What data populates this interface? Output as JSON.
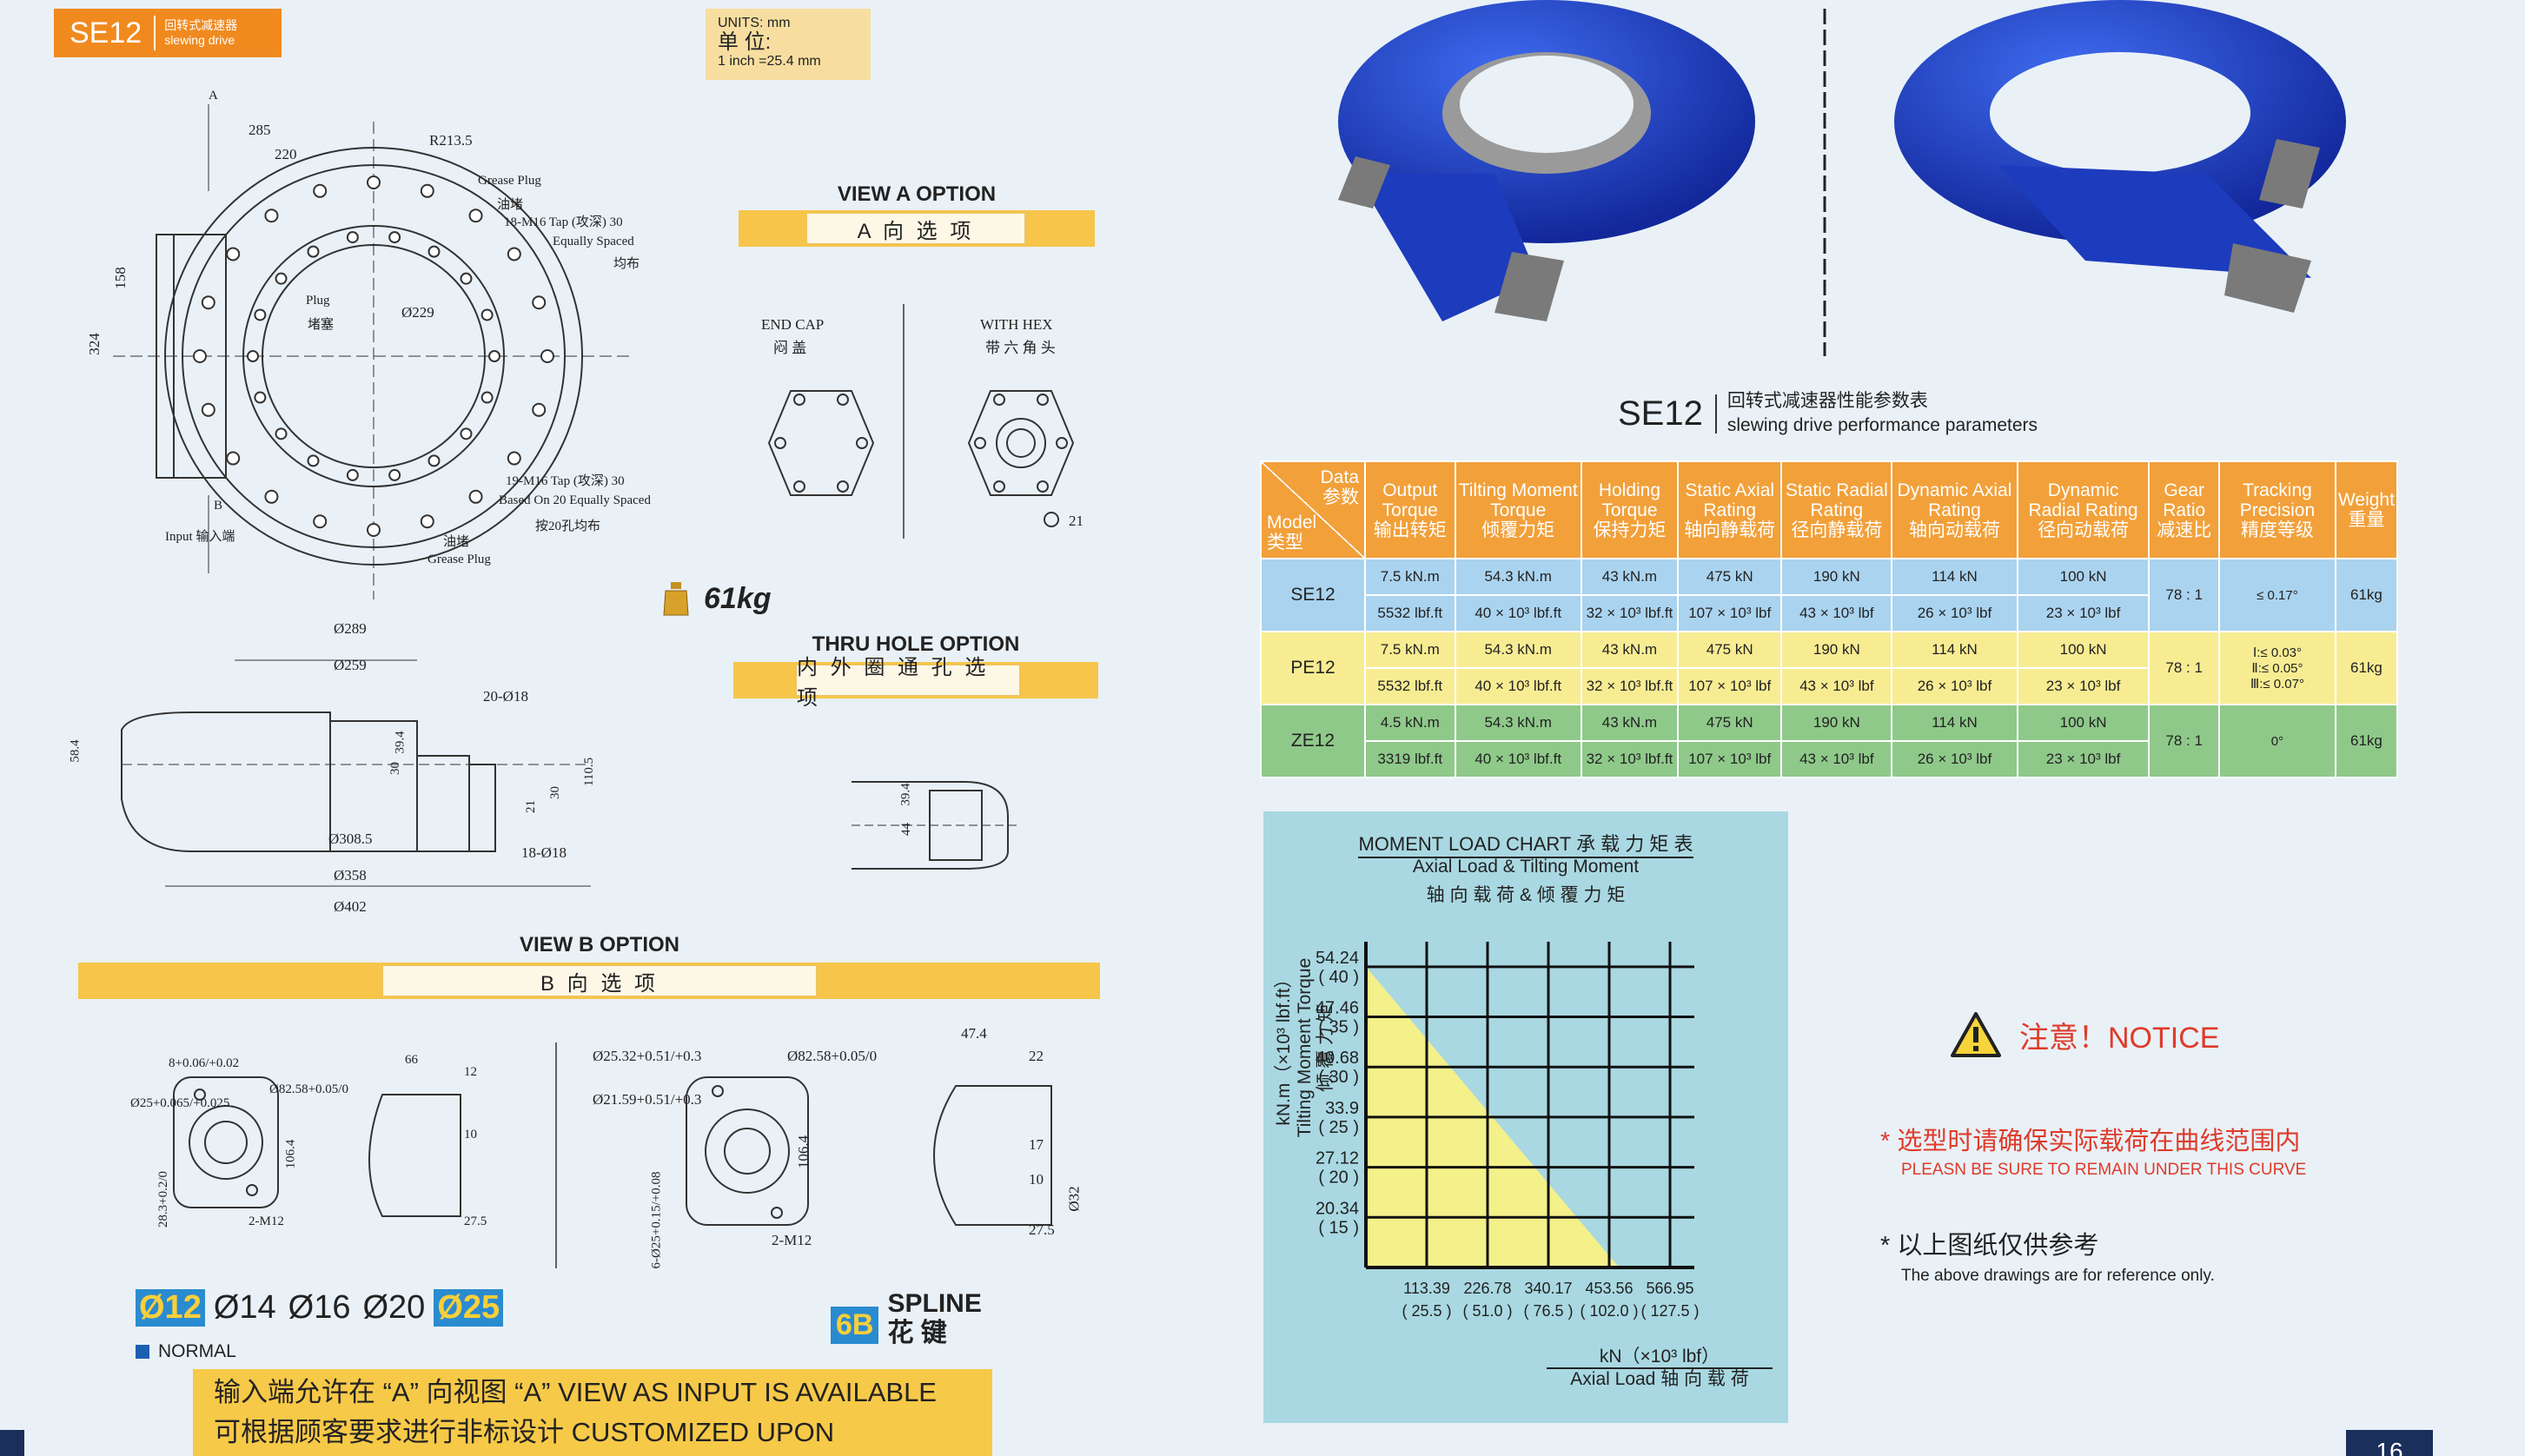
{
  "brand": {
    "model": "SE12",
    "cn": "回转式减速器",
    "en": "slewing drive"
  },
  "units": {
    "label": "UNITS:",
    "cn": "单 位:",
    "unit": "mm",
    "conversion": "1 inch =25.4 mm"
  },
  "top_drawing": {
    "dims": [
      "285",
      "220",
      "R213.5",
      "158",
      "324",
      "Ø229",
      "A",
      "B"
    ],
    "labels": {
      "grease_plug_en": "Grease Plug",
      "grease_plug_cn": "油堵",
      "tap18": "18-M16 Tap (攻深) 30",
      "eq_spaced": "Equally Spaced",
      "eq_spaced_cn": "均布",
      "plug": "Plug",
      "plug_cn": "堵塞",
      "tap19": "19-M16 Tap (攻深) 30",
      "based20": "Based On 20 Equally Spaced",
      "based20_cn": "按20孔均布",
      "input": "Input  输入端",
      "grease_plug2_cn": "油堵",
      "grease_plug2_en": "Grease Plug"
    }
  },
  "view_a": {
    "title": "VIEW A OPTION",
    "cn": "A 向 选 项",
    "end_cap": "END CAP",
    "end_cap_cn": "闷 盖",
    "with_hex": "WITH HEX",
    "with_hex_cn": "带 六 角 头",
    "hex_dim": "21"
  },
  "weight": "61kg",
  "thru_hole": {
    "title": "THRU HOLE OPTION",
    "cn": "内 外 圈 通 孔 选 项",
    "dims": [
      "39.4",
      "44"
    ]
  },
  "side_drawing": {
    "dims": [
      "Ø289",
      "Ø259",
      "20-Ø18",
      "58.4",
      "30",
      "39.4",
      "110.5",
      "21",
      "30",
      "Ø308.5",
      "18-Ø18",
      "Ø358",
      "Ø402"
    ]
  },
  "view_b": {
    "title": "VIEW B OPTION",
    "cn": "B 向 选 项"
  },
  "view_b_left": {
    "dims": [
      "8+0.06/+0.02",
      "Ø25+0.065/+0.025",
      "Ø82.58+0.05/0",
      "28.3+0.2/0",
      "106.4",
      "2-M12",
      "66",
      "12",
      "10",
      "27.5"
    ]
  },
  "view_b_right": {
    "dims": [
      "Ø25.32+0.51/+0.3",
      "Ø21.59+0.51/+0.3",
      "Ø82.58+0.05/0",
      "6-Ø25+0.15/+0.08",
      "106.4",
      "2-M12",
      "47.4",
      "22",
      "17",
      "10",
      "27.5",
      "Ø32"
    ]
  },
  "sizes": {
    "items": [
      "Ø12",
      "Ø14",
      "Ø16",
      "Ø20",
      "Ø25"
    ],
    "highlighted": [
      "Ø12",
      "Ø25"
    ],
    "normal_label": "NORMAL"
  },
  "spline": {
    "tag": "6B",
    "en": "SPLINE",
    "cn": "花  键"
  },
  "bottom_note": {
    "line1": "输入端允许在 “A” 向视图  “A” VIEW AS INPUT IS AVAILABLE",
    "line2": "可根据顾客要求进行非标设计 CUSTOMIZED UPON REQUESTS"
  },
  "perf": {
    "model": "SE12",
    "title_cn": "回转式减速器性能参数表",
    "title_en": "slewing drive performance parameters",
    "corner_top_en": "Data",
    "corner_top_cn": "参数",
    "corner_bottom_en": "Model",
    "corner_bottom_cn": "类型",
    "headers": [
      {
        "en": "Output Torque",
        "cn": "输出转矩"
      },
      {
        "en": "Tilting Moment Torque",
        "cn": "倾覆力矩"
      },
      {
        "en": "Holding Torque",
        "cn": "保持力矩"
      },
      {
        "en": "Static Axial Rating",
        "cn": "轴向静载荷"
      },
      {
        "en": "Static Radial Rating",
        "cn": "径向静载荷"
      },
      {
        "en": "Dynamic Axial Rating",
        "cn": "轴向动载荷"
      },
      {
        "en": "Dynamic Radial Rating",
        "cn": "径向动载荷"
      },
      {
        "en": "Gear Ratio",
        "cn": "减速比"
      },
      {
        "en": "Tracking Precision",
        "cn": "精度等级"
      },
      {
        "en": "Weight",
        "cn": "重量"
      }
    ],
    "rows": [
      {
        "model": "SE12",
        "row1": [
          "7.5 kN.m",
          "54.3 kN.m",
          "43 kN.m",
          "475 kN",
          "190 kN",
          "114 kN",
          "100 kN"
        ],
        "row2": [
          "5532 lbf.ft",
          "40 × 10³ lbf.ft",
          "32 × 10³ lbf.ft",
          "107 × 10³ lbf",
          "43 × 10³ lbf",
          "26 × 10³ lbf",
          "23 × 10³ lbf"
        ],
        "ratio": "78 : 1",
        "precision": "≤ 0.17°",
        "weight": "61kg"
      },
      {
        "model": "PE12",
        "row1": [
          "7.5 kN.m",
          "54.3 kN.m",
          "43 kN.m",
          "475 kN",
          "190 kN",
          "114 kN",
          "100 kN"
        ],
        "row2": [
          "5532 lbf.ft",
          "40 × 10³ lbf.ft",
          "32 × 10³ lbf.ft",
          "107 × 10³ lbf",
          "43 × 10³ lbf",
          "26 × 10³ lbf",
          "23 × 10³ lbf"
        ],
        "ratio": "78 : 1",
        "precision": "Ⅰ:≤ 0.03°\nⅡ:≤ 0.05°\nⅢ:≤ 0.07°",
        "weight": "61kg"
      },
      {
        "model": "ZE12",
        "row1": [
          "4.5 kN.m",
          "54.3 kN.m",
          "43 kN.m",
          "475 kN",
          "190 kN",
          "114 kN",
          "100 kN"
        ],
        "row2": [
          "3319 lbf.ft",
          "40 × 10³ lbf.ft",
          "32 × 10³ lbf.ft",
          "107 × 10³ lbf",
          "43 × 10³ lbf",
          "26 × 10³ lbf",
          "23 × 10³ lbf"
        ],
        "ratio": "78 : 1",
        "precision": "0°",
        "weight": "61kg"
      }
    ]
  },
  "chart_data": {
    "type": "area",
    "title": "MOMENT LOAD CHART 承 载 力 矩 表",
    "subtitle_en": "Axial Load & Tilting Moment",
    "subtitle_cn": "轴 向 载 荷 & 倾 覆 力 矩",
    "ylabel_line1": "kN.m（×10³ lbf.ft）",
    "ylabel_line2": "Tilting Moment Torque",
    "ylabel_line3": "倾 覆 力 矩",
    "xlabel_line1": "kN（×10³ lbf）",
    "xlabel_line2": "Axial Load 轴 向 载 荷",
    "y_ticks": [
      {
        "kn": "54.24",
        "lbf": "( 40 )",
        "v": 54.24
      },
      {
        "kn": "47.46",
        "lbf": "( 35 )",
        "v": 47.46
      },
      {
        "kn": "40.68",
        "lbf": "( 30 )",
        "v": 40.68
      },
      {
        "kn": "33.9",
        "lbf": "( 25 )",
        "v": 33.9
      },
      {
        "kn": "27.12",
        "lbf": "( 20 )",
        "v": 27.12
      },
      {
        "kn": "20.34",
        "lbf": "( 15 )",
        "v": 20.34
      }
    ],
    "x_ticks": [
      {
        "kn": "113.39",
        "lbf": "( 25.5 )",
        "v": 113.39
      },
      {
        "kn": "226.78",
        "lbf": "( 51.0 )",
        "v": 226.78
      },
      {
        "kn": "340.17",
        "lbf": "( 76.5 )",
        "v": 340.17
      },
      {
        "kn": "453.56",
        "lbf": "( 102.0 )",
        "v": 453.56
      },
      {
        "kn": "566.95",
        "lbf": "( 127.5 )",
        "v": 566.95
      }
    ],
    "xlim": [
      0,
      566.95
    ],
    "ylim": [
      13.56,
      57.63
    ],
    "series": [
      {
        "x": [
          0,
          0,
          472
        ],
        "y": [
          13.56,
          54.24,
          13.56
        ]
      }
    ],
    "fill_color": "#f4f08a",
    "grid": true
  },
  "notice": {
    "title": "注意！NOTICE",
    "line1_cn": "选型时请确保实际载荷在曲线范围内",
    "line1_en": "PLEASN BE SURE TO REMAIN UNDER THIS CURVE",
    "line2_cn": "以上图纸仅供参考",
    "line2_en": "The above drawings are for reference only.",
    "bullet": "*"
  },
  "page_number": "16"
}
